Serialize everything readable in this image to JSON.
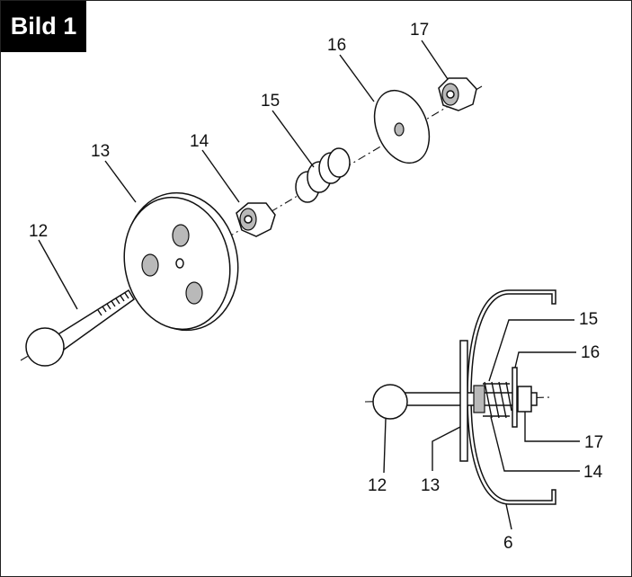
{
  "title": "Bild 1",
  "exploded_view": {
    "labels": [
      "12",
      "13",
      "14",
      "15",
      "16",
      "17"
    ]
  },
  "assembled_view": {
    "labels": [
      "15",
      "16",
      "17",
      "14",
      "12",
      "13",
      "6"
    ]
  }
}
